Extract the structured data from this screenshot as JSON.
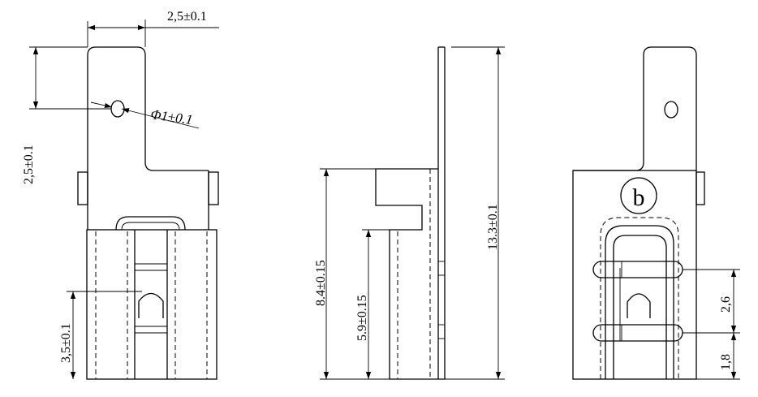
{
  "dimensions": {
    "top_width": "2,5±0.1",
    "hole_diameter": "Φ1±0.1",
    "hole_height": "2,5±0.1",
    "left_lower": "3,5±0.1",
    "side_height_84": "8.4±0.15",
    "side_height_59": "5.9±0.15",
    "total_height": "13.3±0.1",
    "right_26": "2,6",
    "right_18": "1,8"
  },
  "labels": {
    "variant": "b"
  }
}
